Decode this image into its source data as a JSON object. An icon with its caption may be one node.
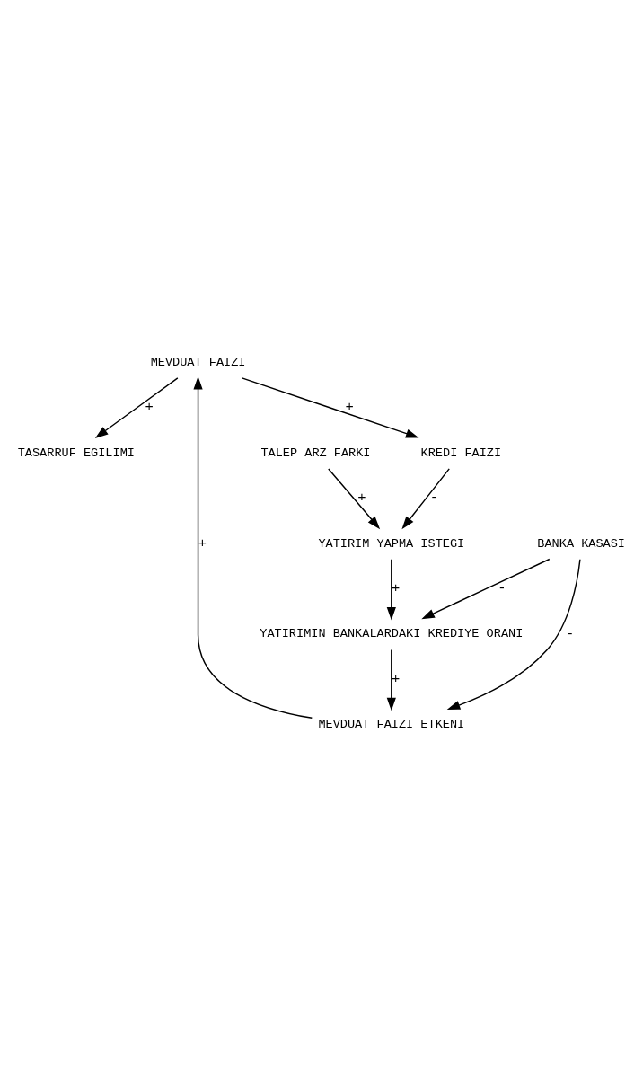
{
  "diagram": {
    "nodes": [
      {
        "text": [
          "TASARRUF EGILIMI"
        ]
      },
      {
        "text": [
          "MEVDUAT FAIZI"
        ]
      },
      {
        "text": [
          "MEVDUAT FAIZI ETKENI"
        ]
      },
      {
        "text": [
          "BANKA KASASI"
        ]
      },
      {
        "text": [
          "KREDI FAIZI"
        ]
      },
      {
        "text": [
          "YATIRIMIN BANKALARDAKI KREDIYE ORANI"
        ]
      },
      {
        "text": [
          "YATIRIM YAPMA ISTEGI"
        ]
      },
      {
        "text": [
          "TALEP ARZ FARKI"
        ]
      }
    ],
    "edges": [
      {
        "from": 1,
        "to": 0,
        "arrow": "to",
        "label": "+"
      },
      {
        "from": 2,
        "to": 1,
        "arrow": "to",
        "label": "+"
      },
      {
        "from": 1,
        "to": 4,
        "arrow": "to",
        "label": "+"
      },
      {
        "from": 4,
        "to": 6,
        "arrow": "to",
        "label": "-"
      },
      {
        "from": 6,
        "to": 5,
        "arrow": "to",
        "label": "+"
      },
      {
        "from": 5,
        "to": 2,
        "arrow": "to",
        "label": "+"
      },
      {
        "from": 3,
        "to": 2,
        "arrow": "to",
        "label": "-"
      },
      {
        "from": 3,
        "to": 5,
        "arrow": "to",
        "label": "-"
      },
      {
        "from": 7,
        "to": 6,
        "arrow": "to",
        "label": "+"
      }
    ]
  }
}
